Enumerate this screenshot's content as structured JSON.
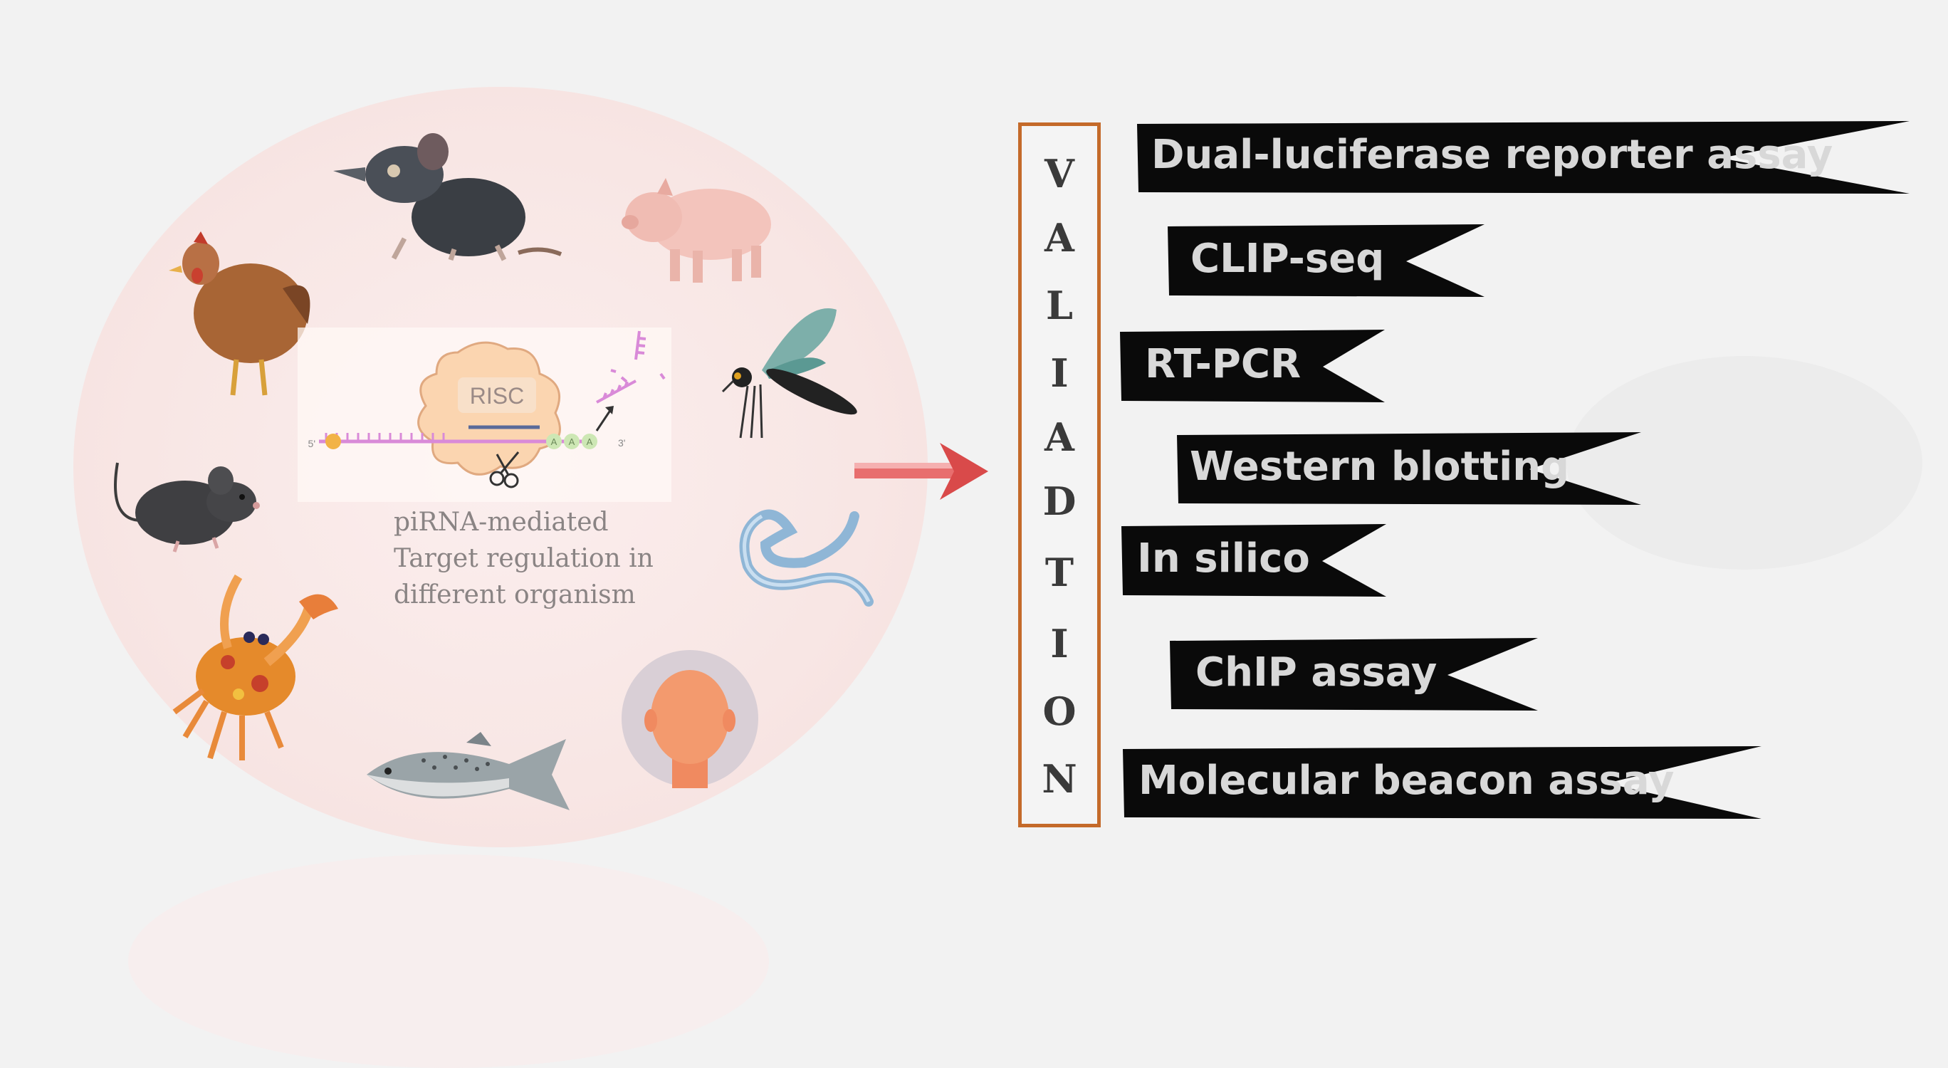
{
  "diagram": {
    "center_caption": [
      "piRNA-mediated",
      "Target regulation in",
      "different organism"
    ],
    "risc_label": "RISC",
    "strand_5prime": "5'",
    "strand_3prime": "3'",
    "poly_a": [
      "A",
      "A",
      "A"
    ],
    "validation_letters": [
      "V",
      "A",
      "L",
      "I",
      "A",
      "D",
      "T",
      "I",
      "O",
      "N"
    ],
    "methods": [
      "Dual-luciferase reporter assay",
      "CLIP-seq",
      "RT-PCR",
      "Western blotting",
      "In silico",
      "ChIP assay",
      "Molecular beacon assay"
    ],
    "organisms": [
      "rat-icon",
      "pig-icon",
      "chicken-icon",
      "mosquito-icon",
      "mouse-icon",
      "worm-icon",
      "crab-icon",
      "human-head-icon",
      "fish-icon"
    ]
  },
  "colors": {
    "box_border": "#c46a2a",
    "banner_fill": "#0a0a0a",
    "banner_text": "#d8d8d8",
    "arrow": "#e56b6b",
    "circle_fill": "#f8e6e4"
  }
}
